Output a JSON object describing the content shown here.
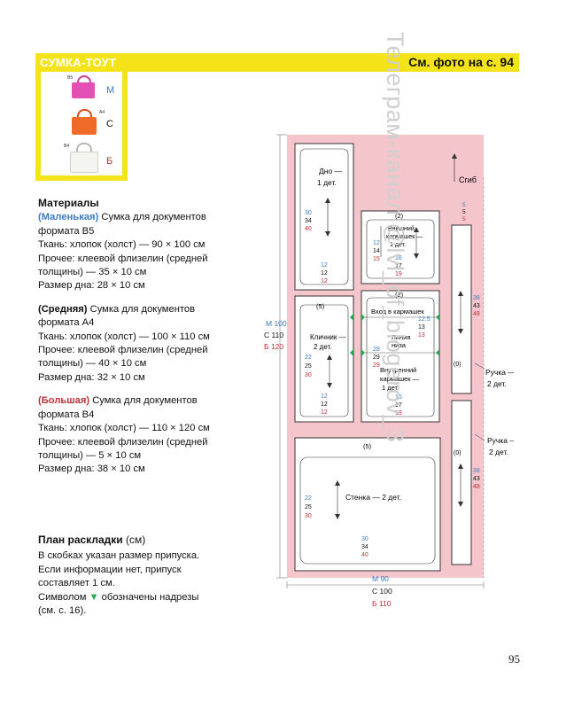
{
  "header": {
    "title": "СУМКА-ТОУТ",
    "photo_ref": "См. фото на с. 94"
  },
  "thumbs": {
    "sizes": [
      {
        "letter": "М",
        "code": "В5",
        "color": "#3d7bbf",
        "bag_color": "#e34fb4"
      },
      {
        "letter": "С",
        "code": "А4",
        "color": "#111111",
        "bag_color": "#f06a2a"
      },
      {
        "letter": "Б",
        "code": "В4",
        "color": "#c0303a",
        "bag_color": "#f4f4f0"
      }
    ]
  },
  "materials": {
    "title": "Материалы",
    "small": {
      "label": "(Маленькая)",
      "rest": " Сумка для документов",
      "line2": "формата В5",
      "fabric": "Ткань: хлопок (холст) — 90 × 100 см",
      "other1": "Прочее: клеевой флизелин (средней",
      "other2": "толщины) — 35 × 10 см",
      "bottom": "Размер дна: 28 × 10 см"
    },
    "medium": {
      "label": "(Средняя)",
      "rest": " Сумка для документов",
      "line2": "формата А4",
      "fabric": "Ткань: хлопок (холст) — 100 × 110 см",
      "other1": "Прочее: клеевой флизелин (средней",
      "other2": "толщины) — 40 × 10 см",
      "bottom": "Размер дна: 32 × 10 см"
    },
    "large": {
      "label": "(Большая)",
      "rest": " Сумка для документов",
      "line2": "формата В4",
      "fabric": "Ткань: хлопок (холст) — 110 × 120 см",
      "other1": "Прочее: клеевой флизелин (средней",
      "other2": "толщины) — 5 × 10 см",
      "bottom": "Размер дна: 38 × 10 см"
    }
  },
  "layout_plan": {
    "title": "План раскладки",
    "title_unit": " (см)",
    "line1": "В скобках указан размер припуска.",
    "line2": "Если информации нет, припуск",
    "line3": "составляет 1 см.",
    "line4_a": "Символом ",
    "notch_symbol": "▼",
    "line4_b": " обозначены надрезы",
    "line5": "(см. с. 16)."
  },
  "diagram": {
    "fabric_color": "#f4c6cc",
    "left_dims": {
      "m": "М 100",
      "c": "С 110",
      "b": "Б 120"
    },
    "bottom_dims": {
      "m": "М 90",
      "c": "С 100",
      "b": "Б 110"
    },
    "fold_label": "Сгиб",
    "bottom_piece": {
      "label1": "Дно —",
      "label2": "1 дет.",
      "v": [
        "30",
        "34",
        "40"
      ],
      "h": [
        "12",
        "12",
        "12"
      ]
    },
    "outer_pocket": {
      "allowance": "(2)",
      "label1": "Внешний",
      "label2": "кармашек —",
      "label3": "1 дет.",
      "v": [
        "12",
        "14",
        "15"
      ],
      "h": [
        "16",
        "17",
        "19"
      ]
    },
    "tab_piece": {
      "allowance": "(5)",
      "label1": "Кличник —",
      "label2": "2 дет.",
      "v": [
        "22",
        "25",
        "30"
      ],
      "h": [
        "12",
        "12",
        "12"
      ]
    },
    "inner_pocket": {
      "allowance": "(2)",
      "entry": "Вход в кармашек",
      "line_label1": "Линия",
      "line_label2": "низа",
      "label1": "Внутренний",
      "label2": "кармашек —",
      "label3": "1 дет.",
      "v": [
        "28",
        "29",
        "29"
      ],
      "side": [
        "12.5",
        "13",
        "13"
      ],
      "h": [
        "16",
        "17",
        "19"
      ]
    },
    "wall_piece": {
      "allowance": "(5)",
      "label": "Стенка — 2 дет.",
      "v": [
        "22",
        "25",
        "30"
      ],
      "h": [
        "30",
        "34",
        "40"
      ]
    },
    "handle_top": {
      "allowance": "(0)",
      "v": [
        "38",
        "43",
        "48"
      ],
      "label1": "Ручка —",
      "label2": "2 дет."
    },
    "handle_bottom": {
      "allowance": "(0)",
      "v": [
        "38",
        "43",
        "48"
      ],
      "label1": "Ручка —",
      "label2": "2 дет."
    },
    "colors": {
      "m": "#3d7bbf",
      "c": "#111111",
      "b": "#c0303a",
      "notch": "#27a94a"
    }
  },
  "page_number": "95",
  "watermark": "Телеграм-канал @lvl_of_blogerov_3"
}
